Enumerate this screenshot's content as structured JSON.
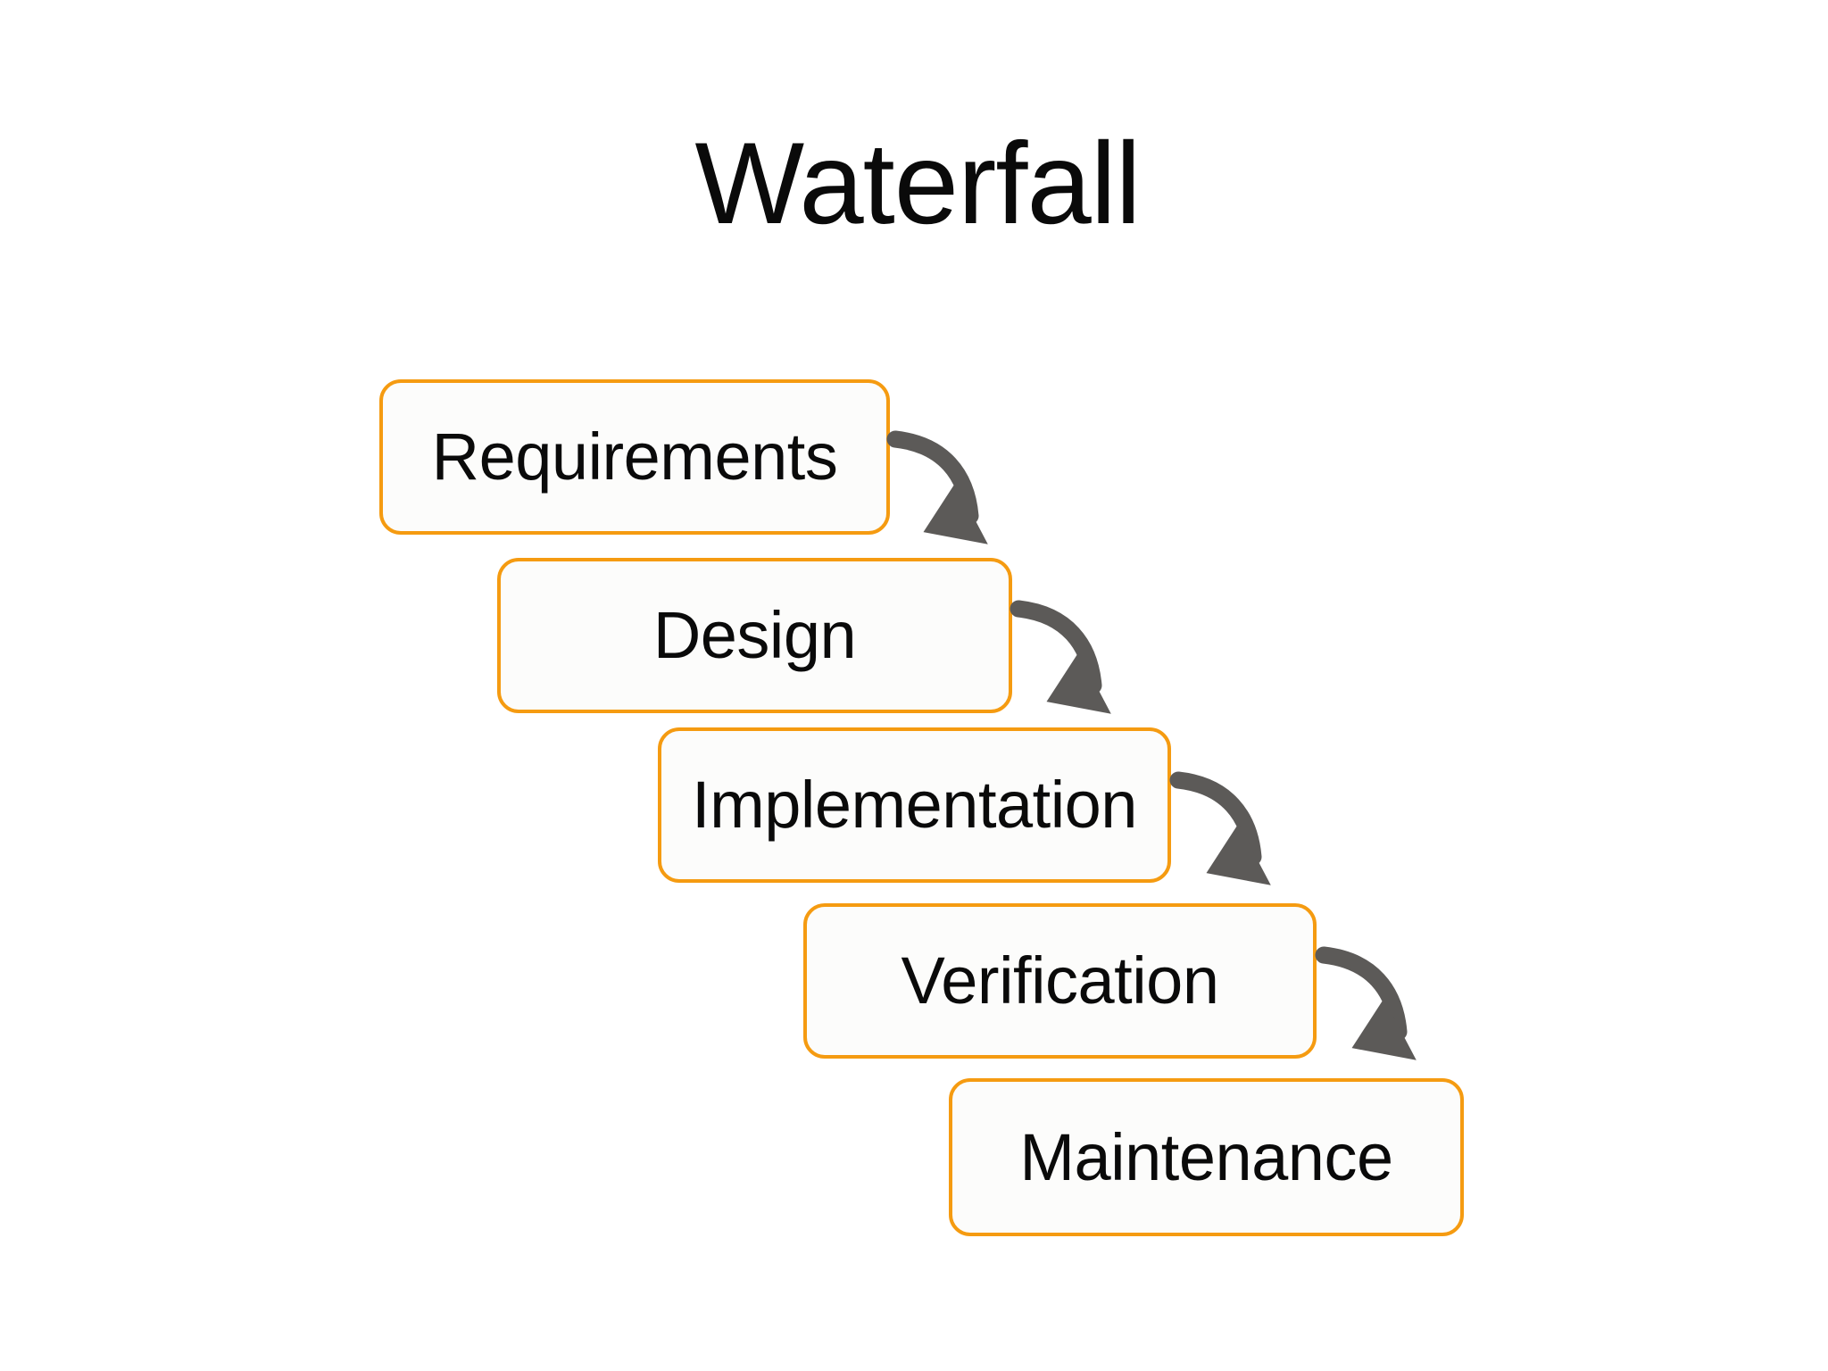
{
  "slide": {
    "title": "Waterfall",
    "background_color": "#ffffff"
  },
  "theme": {
    "box_border_color": "#f59b11",
    "box_fill_color": "#fcfcfb",
    "text_color": "#0a0a0a",
    "arrow_color": "#5c5a58"
  },
  "diagram": {
    "type": "waterfall-process-flow",
    "stages": [
      {
        "id": "requirements",
        "label": "Requirements",
        "order": 1
      },
      {
        "id": "design",
        "label": "Design",
        "order": 2
      },
      {
        "id": "implementation",
        "label": "Implementation",
        "order": 3
      },
      {
        "id": "verification",
        "label": "Verification",
        "order": 4
      },
      {
        "id": "maintenance",
        "label": "Maintenance",
        "order": 5
      }
    ],
    "connectors": [
      {
        "id": "arrow-requirements-design",
        "from": "requirements",
        "to": "design",
        "icon": "curved-arrow-down-right-icon"
      },
      {
        "id": "arrow-design-implementation",
        "from": "design",
        "to": "implementation",
        "icon": "curved-arrow-down-right-icon"
      },
      {
        "id": "arrow-implementation-verification",
        "from": "implementation",
        "to": "verification",
        "icon": "curved-arrow-down-right-icon"
      },
      {
        "id": "arrow-verification-maintenance",
        "from": "verification",
        "to": "maintenance",
        "icon": "curved-arrow-down-right-icon"
      }
    ]
  }
}
